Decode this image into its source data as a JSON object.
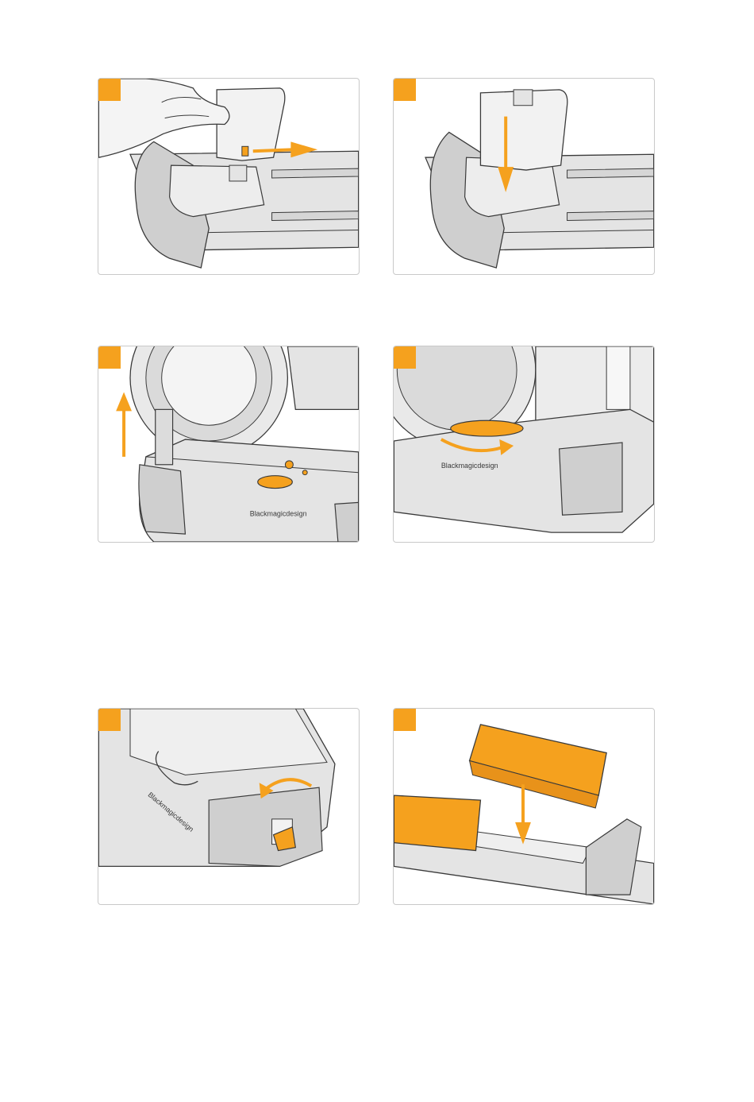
{
  "page": {
    "background": "#ffffff"
  },
  "colors": {
    "accent": "#f5a11e",
    "line": "#3a3a3a",
    "body_fill": "#e4e4e4",
    "shade_fill": "#cfcfcf",
    "panel_border": "#c9c9c9"
  },
  "panels": [
    {
      "id": "panel-1",
      "content": "grip-door-slide-open"
    },
    {
      "id": "panel-2",
      "content": "grip-door-slide-down"
    },
    {
      "id": "panel-3",
      "content": "grip-attach-lift"
    },
    {
      "id": "panel-4",
      "content": "grip-tighten-wheel"
    },
    {
      "id": "panel-5",
      "content": "battery-latch-rotate"
    },
    {
      "id": "panel-6",
      "content": "battery-insert"
    }
  ],
  "brand_labels": {
    "panel_3": "Blackmagicdesign",
    "panel_4": "Blackmagicdesign",
    "panel_5": "Blackmagicdesign"
  }
}
